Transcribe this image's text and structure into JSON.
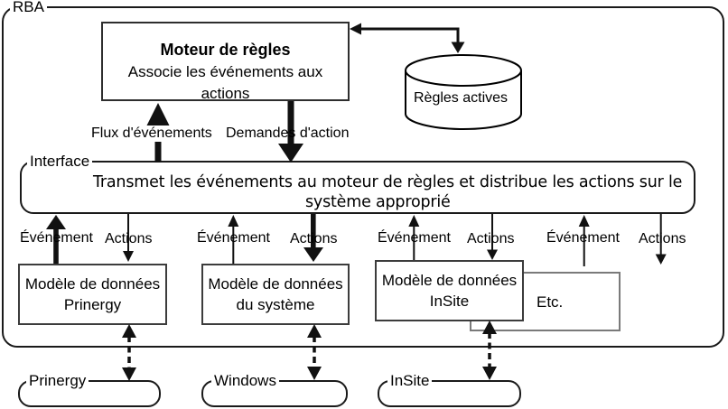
{
  "rba": {
    "label": "RBA"
  },
  "rules_engine": {
    "title": "Moteur de règles",
    "subtitle_line1": "Associe les événements aux",
    "subtitle_line2": "actions"
  },
  "rules_db": {
    "label": "Règles actives"
  },
  "flows": {
    "events_flow": "Flux d'événements",
    "action_requests": "Demandes d'action"
  },
  "interface": {
    "label": "Interface",
    "text_line1": "Transmet les événements au moteur de règles et distribue les actions sur le",
    "text_line2": "système approprié"
  },
  "channels": [
    {
      "event": "Événement",
      "actions": "Actions"
    },
    {
      "event": "Événement",
      "actions": "Actions"
    },
    {
      "event": "Événement",
      "actions": "Actions"
    },
    {
      "event": "Événement",
      "actions": "Actions"
    }
  ],
  "data_models": [
    {
      "line1": "Modèle de données",
      "line2": "Prinergy"
    },
    {
      "line1": "Modèle de données",
      "line2": "du système"
    },
    {
      "line1": "Modèle de données",
      "line2": "InSite"
    }
  ],
  "etc": {
    "label": "Etc."
  },
  "systems": [
    {
      "label": "Prinergy"
    },
    {
      "label": "Windows"
    },
    {
      "label": "InSite"
    }
  ],
  "colors": {
    "line": "#1a1a1a",
    "model_border": "#3c3c3c",
    "etc_border": "#7a7a7a",
    "background": "#ffffff"
  }
}
